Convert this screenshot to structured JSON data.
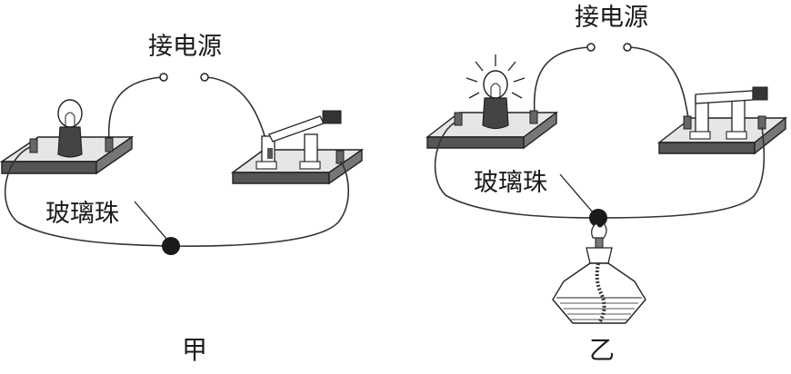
{
  "left": {
    "power_label": "接电源",
    "bead_label": "玻璃珠",
    "caption": "甲"
  },
  "right": {
    "power_label": "接电源",
    "bead_label": "玻璃珠",
    "caption": "乙"
  },
  "colors": {
    "board_top": "#e6e6e6",
    "board_side": "#555555",
    "bulb_base": "#444444",
    "bead": "#1a1a1a"
  }
}
